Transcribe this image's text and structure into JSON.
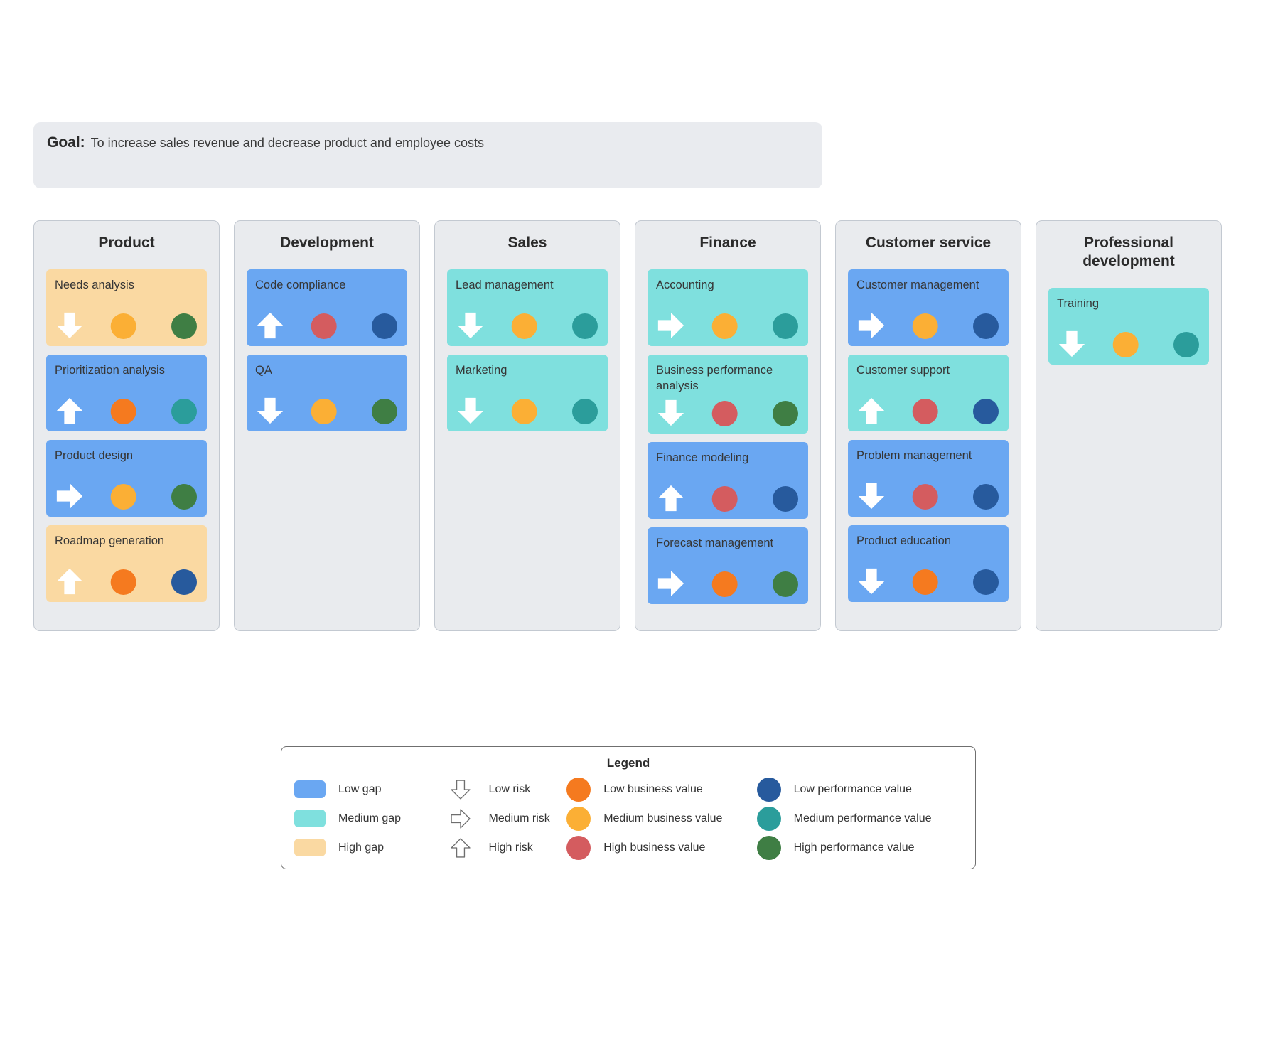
{
  "goal": {
    "label": "Goal:",
    "text": "To increase sales revenue and decrease product and employee costs"
  },
  "colors": {
    "gap_low": "#6AA7F2",
    "gap_medium": "#7FE0DE",
    "gap_high": "#FAD9A2",
    "business_value_low": "#F57A1F",
    "business_value_medium": "#FBAF35",
    "business_value_high": "#D45C5F",
    "performance_value_low": "#275A9D",
    "performance_value_medium": "#2B9D9B",
    "performance_value_high": "#3F7E44"
  },
  "columns": [
    {
      "title": "Product",
      "cards": [
        {
          "label": "Needs analysis",
          "gap": "high",
          "risk": "low",
          "business_value": "medium",
          "performance_value": "high"
        },
        {
          "label": "Prioritization analysis",
          "gap": "low",
          "risk": "high",
          "business_value": "low",
          "performance_value": "medium"
        },
        {
          "label": "Product design",
          "gap": "low",
          "risk": "medium",
          "business_value": "medium",
          "performance_value": "high"
        },
        {
          "label": "Roadmap generation",
          "gap": "high",
          "risk": "high",
          "business_value": "low",
          "performance_value": "low"
        }
      ]
    },
    {
      "title": "Development",
      "cards": [
        {
          "label": "Code compliance",
          "gap": "low",
          "risk": "high",
          "business_value": "high",
          "performance_value": "low"
        },
        {
          "label": "QA",
          "gap": "low",
          "risk": "low",
          "business_value": "medium",
          "performance_value": "high"
        }
      ]
    },
    {
      "title": "Sales",
      "cards": [
        {
          "label": "Lead management",
          "gap": "medium",
          "risk": "low",
          "business_value": "medium",
          "performance_value": "medium"
        },
        {
          "label": "Marketing",
          "gap": "medium",
          "risk": "low",
          "business_value": "medium",
          "performance_value": "medium"
        }
      ]
    },
    {
      "title": "Finance",
      "cards": [
        {
          "label": "Accounting",
          "gap": "medium",
          "risk": "medium",
          "business_value": "medium",
          "performance_value": "medium"
        },
        {
          "label": "Business performance analysis",
          "gap": "medium",
          "risk": "low",
          "business_value": "high",
          "performance_value": "high"
        },
        {
          "label": "Finance modeling",
          "gap": "low",
          "risk": "high",
          "business_value": "high",
          "performance_value": "low"
        },
        {
          "label": "Forecast management",
          "gap": "low",
          "risk": "medium",
          "business_value": "low",
          "performance_value": "high"
        }
      ]
    },
    {
      "title": "Customer service",
      "cards": [
        {
          "label": "Customer management",
          "gap": "low",
          "risk": "medium",
          "business_value": "medium",
          "performance_value": "low"
        },
        {
          "label": "Customer support",
          "gap": "medium",
          "risk": "high",
          "business_value": "high",
          "performance_value": "low"
        },
        {
          "label": "Problem management",
          "gap": "low",
          "risk": "low",
          "business_value": "high",
          "performance_value": "low"
        },
        {
          "label": "Product education",
          "gap": "low",
          "risk": "low",
          "business_value": "low",
          "performance_value": "low"
        }
      ]
    },
    {
      "title": "Professional development",
      "cards": [
        {
          "label": "Training",
          "gap": "medium",
          "risk": "low",
          "business_value": "medium",
          "performance_value": "medium"
        }
      ]
    }
  ],
  "legend": {
    "title": "Legend",
    "gap_items": [
      {
        "label": "Low gap",
        "level": "low"
      },
      {
        "label": "Medium gap",
        "level": "medium"
      },
      {
        "label": "High gap",
        "level": "high"
      }
    ],
    "risk_items": [
      {
        "label": "Low risk",
        "level": "low"
      },
      {
        "label": "Medium risk",
        "level": "medium"
      },
      {
        "label": "High risk",
        "level": "high"
      }
    ],
    "business_value_items": [
      {
        "label": "Low business value",
        "level": "low"
      },
      {
        "label": "Medium business value",
        "level": "medium"
      },
      {
        "label": "High business value",
        "level": "high"
      }
    ],
    "performance_value_items": [
      {
        "label": "Low performance value",
        "level": "low"
      },
      {
        "label": "Medium performance value",
        "level": "medium"
      },
      {
        "label": "High performance value",
        "level": "high"
      }
    ]
  }
}
